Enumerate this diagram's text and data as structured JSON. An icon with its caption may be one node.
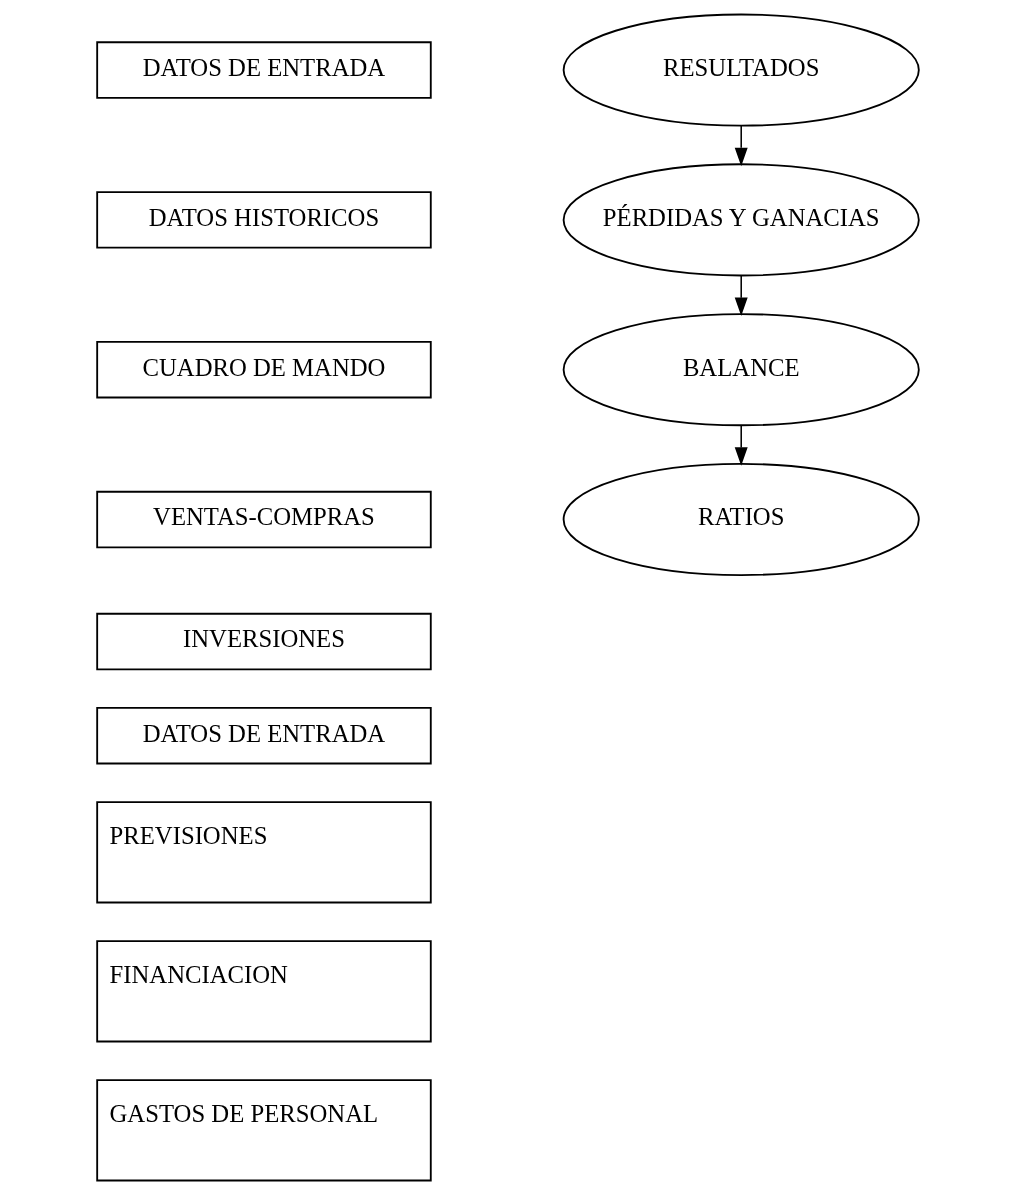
{
  "diagram": {
    "nodes": [
      {
        "text": [
          "DATOS DE ENTRADA"
        ]
      },
      {
        "text": [
          "DATOS HISTORICOS"
        ]
      },
      {
        "text": [
          "CUADRO DE MANDO"
        ]
      },
      {
        "text": [
          "VENTAS-COMPRAS"
        ]
      },
      {
        "text": [
          "INVERSIONES"
        ]
      },
      {
        "text": [
          "DATOS DE ENTRADA"
        ]
      },
      {
        "text": [
          "PREVISIONES"
        ]
      },
      {
        "text": [
          "FINANCIACION"
        ]
      },
      {
        "text": [
          "GASTOS DE PERSONAL"
        ]
      },
      {
        "text": [
          "RESULTADOS"
        ]
      },
      {
        "text": [
          "PÉRDIDAS Y GANACIAS"
        ]
      },
      {
        "text": [
          "BALANCE"
        ]
      },
      {
        "text": [
          "RATIOS"
        ]
      }
    ],
    "edges": [
      {
        "from": 9,
        "to": 10,
        "arrow": "to"
      },
      {
        "from": 10,
        "to": 11,
        "arrow": "to"
      },
      {
        "from": 11,
        "to": 12,
        "arrow": "to"
      }
    ]
  }
}
